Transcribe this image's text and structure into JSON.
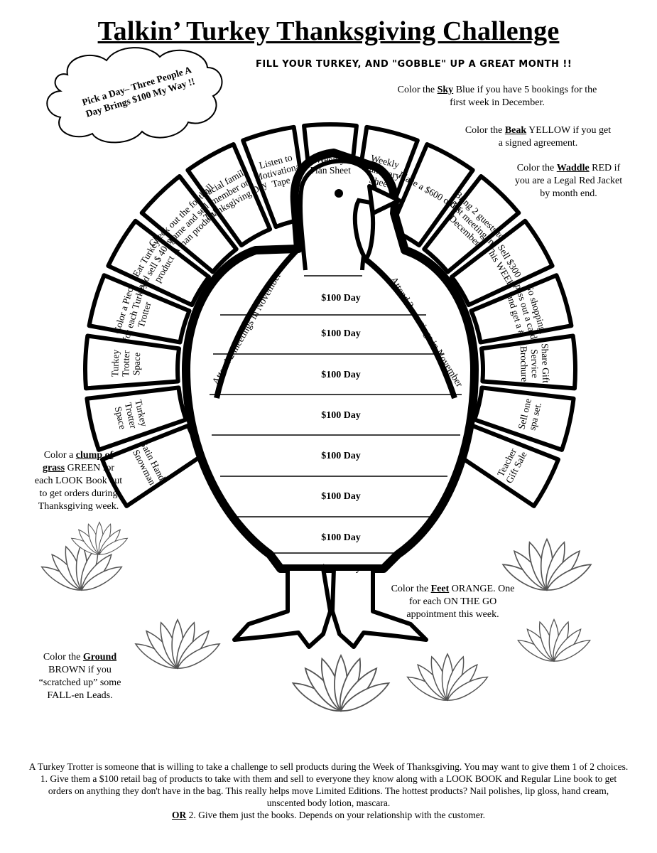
{
  "title": "Talkin’  Turkey Thanksgiving Challenge",
  "subtitle": "FILL YOUR TURKEY, AND \"GOBBLE\" UP A GREAT MONTH !!",
  "cloud": {
    "line1": "Pick a Day– Three People A",
    "line2": "Day Brings $100 My Way !!"
  },
  "notes": {
    "sky": {
      "pre": "Color the ",
      "key": "Sky",
      "post": " Blue if you have 5 bookings for the first week in December."
    },
    "beak": {
      "pre": "Color the ",
      "key": "Beak",
      "post": "  YELLOW if you get a signed agreement."
    },
    "waddle": {
      "pre": "Color the ",
      "key": "Waddle",
      "post": " RED if you are a Legal Red Jacket by month end."
    },
    "grass": {
      "pre": "Color a ",
      "key": "clump of grass",
      "post": "  GREEN for each LOOK Book out to get orders during Thanksgiving week."
    },
    "feet": {
      "pre": "Color the ",
      "key": "Feet",
      "post": " ORANGE. One for each ON THE GO appointment this week."
    },
    "ground": {
      "pre": "Color the ",
      "key": "Ground",
      "post": " BROWN if you “scratched up” some FALL-en Leads."
    }
  },
  "feathers": [
    {
      "name": "feather-satin-hands",
      "lines": [
        "Satin Hands",
        "Snowman"
      ]
    },
    {
      "name": "feather-turkey-trotter-2",
      "lines": [
        "Turkey",
        "Trotter",
        "Space"
      ]
    },
    {
      "name": "feather-turkey-trotter-1",
      "lines": [
        "Turkey",
        "Trotter",
        "Space"
      ]
    },
    {
      "name": "feather-color-piece",
      "lines": [
        "Color a Piece",
        "for each Turkey",
        "Trotter"
      ]
    },
    {
      "name": "feather-eat-turkey",
      "lines": [
        "Eat Turkey",
        "and sell $ 40 in",
        "product"
      ]
    },
    {
      "name": "feather-football",
      "lines": [
        "Check out the football",
        "game and sell",
        "A man product!!"
      ]
    },
    {
      "name": "feather-facial",
      "lines": [
        "Facial family",
        "member on",
        "Thanksgiving Day"
      ]
    },
    {
      "name": "feather-tape",
      "lines": [
        "Listen to",
        "Motivational",
        "Tape"
      ]
    },
    {
      "name": "feather-weekly-plan",
      "lines": [
        "Weekly",
        "Plan Sheet"
      ]
    },
    {
      "name": "feather-weekly-summary",
      "lines": [
        "Weekly",
        "Summary",
        "Sheet"
      ]
    },
    {
      "name": "feather-600-order",
      "lines": [
        "Place a $600 order"
      ]
    },
    {
      "name": "feather-bring-guests",
      "lines": [
        "Bring 2 guests to",
        "first meeting in",
        "December"
      ]
    },
    {
      "name": "feather-sell-300",
      "lines": [
        "Sell $300",
        "This WEEK"
      ]
    },
    {
      "name": "feather-go-shopping",
      "lines": [
        "Go shopping,",
        "pass out a card",
        "and get a  #"
      ]
    },
    {
      "name": "feather-share-gift",
      "lines": [
        "Share Gift",
        "Service",
        "Brochure"
      ]
    },
    {
      "name": "feather-spa-set",
      "lines": [
        "Sell one",
        "spa set."
      ]
    },
    {
      "name": "feather-teacher-gift",
      "lines": [
        "Teacher",
        "Gift Sale"
      ]
    }
  ],
  "wings": {
    "left": "Attend 2 meetings in November",
    "right": "Attend 3 meetings in November"
  },
  "days": [
    "$100 Day",
    "$100 Day",
    "$100 Day",
    "$100 Day",
    "$100 Day",
    "$100 Day",
    "$100 Day",
    "$100 Day"
  ],
  "footer": {
    "p1": "A Turkey Trotter is someone that is willing to take a challenge to sell products during the Week of Thanksgiving.  You may want to give them 1 of 2 choices.  1.  Give them a $100 retail bag of products to take with them and sell to everyone they know along with a LOOK BOOK and Regular Line book to get orders on anything they don't have in the bag. This really helps move Limited Editions. The hottest products? Nail polishes, lip gloss, hand cream, unscented body lotion, mascara.",
    "or": "OR",
    "p2": "  2.  Give them just the books. Depends on your relationship with the customer."
  }
}
